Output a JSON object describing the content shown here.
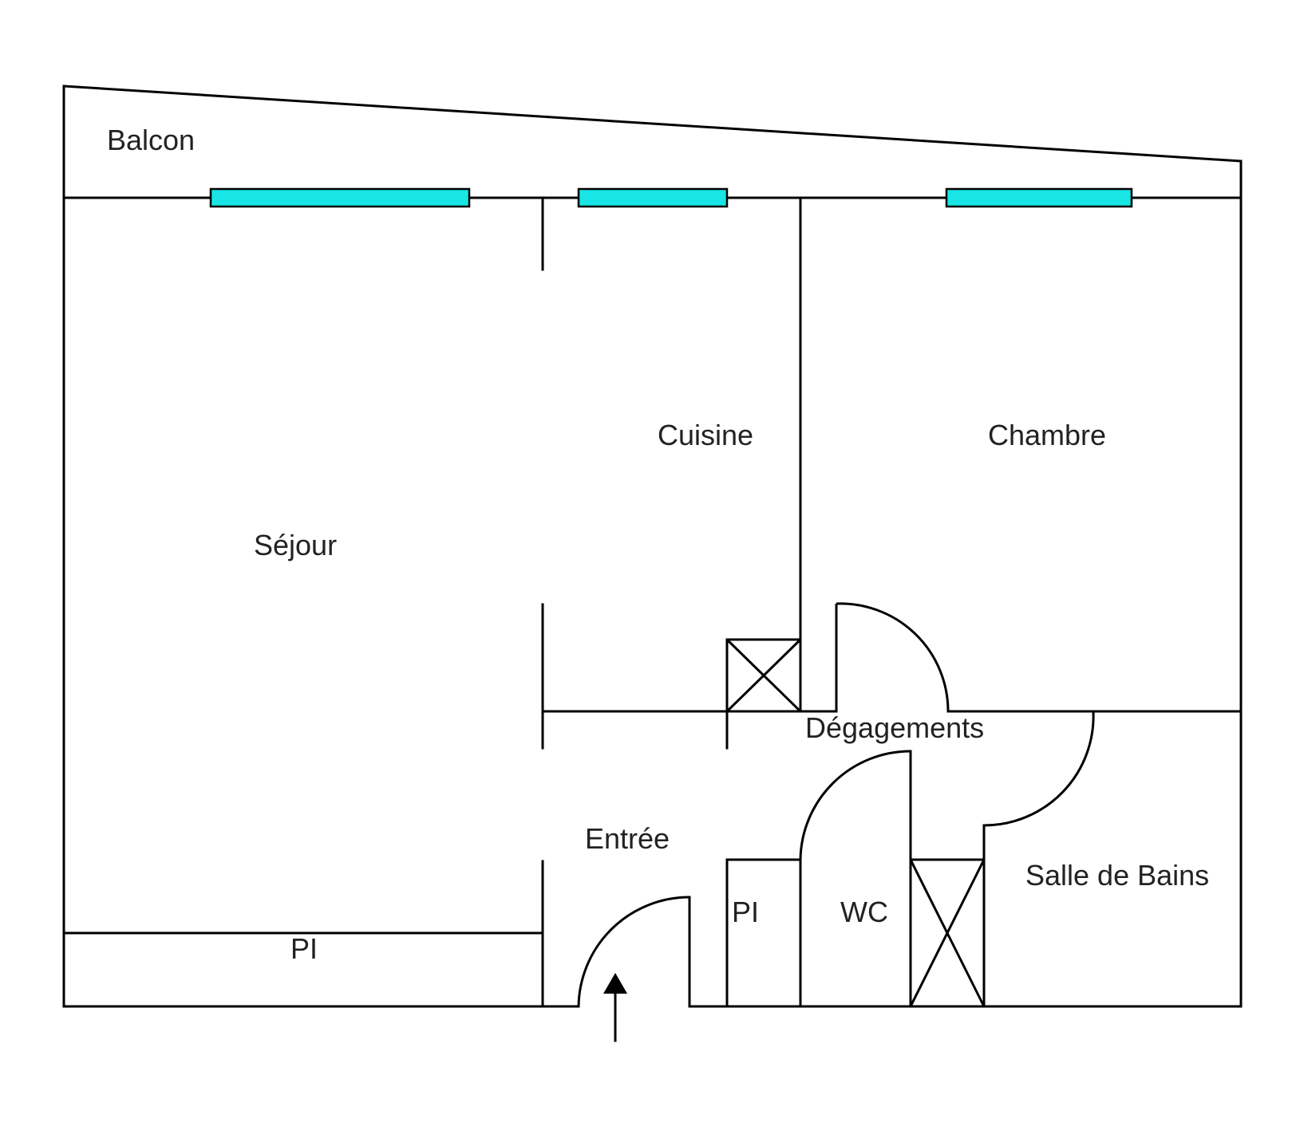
{
  "rooms": {
    "balcon": "Balcon",
    "sejour": "Séjour",
    "cuisine": "Cuisine",
    "chambre": "Chambre",
    "degagements": "Dégagements",
    "entree": "Entrée",
    "salle_de_bains": "Salle de Bains",
    "wc": "WC",
    "placard_entree": "PI",
    "placard_sejour": "PI"
  },
  "colors": {
    "window": "#19e5e5",
    "wall": "#000000"
  }
}
